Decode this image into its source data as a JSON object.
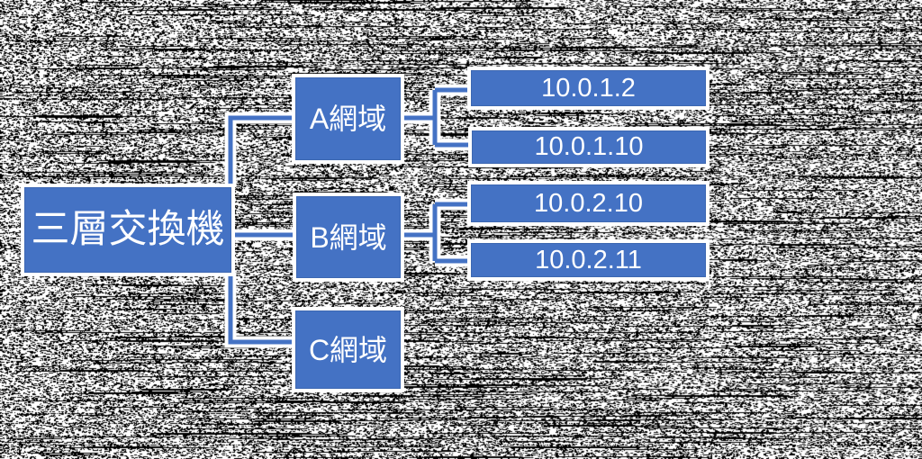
{
  "diagram": {
    "root": {
      "label": "三層交換機"
    },
    "domains": [
      {
        "label": "A網域",
        "hosts": [
          "10.0.1.2",
          "10.0.1.10"
        ]
      },
      {
        "label": "B網域",
        "hosts": [
          "10.0.2.10",
          "10.0.2.11"
        ]
      },
      {
        "label": "C網域",
        "hosts": []
      }
    ],
    "colors": {
      "node_fill": "#4472C4",
      "node_border": "#3D67B1",
      "node_text": "#FFFFFF",
      "connector": "#4472C4",
      "halo": "#FFFFFF",
      "background": "#FFFFFF",
      "noise": "#000000"
    }
  }
}
